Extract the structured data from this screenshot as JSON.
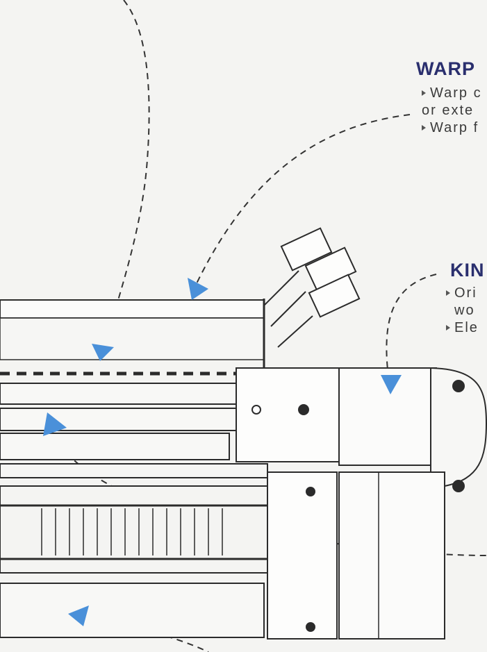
{
  "sections": [
    {
      "heading": "WARP",
      "lines": [
        {
          "text": "Warp c",
          "bullet": true
        },
        {
          "text": "or exte",
          "bullet": false
        },
        {
          "text": "Warp f",
          "bullet": true
        }
      ]
    },
    {
      "heading": "KIN",
      "lines": [
        {
          "text": "Ori",
          "bullet": true
        },
        {
          "text": "wo",
          "bullet": false
        },
        {
          "text": "Ele",
          "bullet": true
        }
      ]
    }
  ],
  "colors": {
    "heading": "#2a2f6e",
    "pointer_arrow": "#4a90d9",
    "line_art": "#2b2b2b",
    "background": "#f4f4f2"
  }
}
